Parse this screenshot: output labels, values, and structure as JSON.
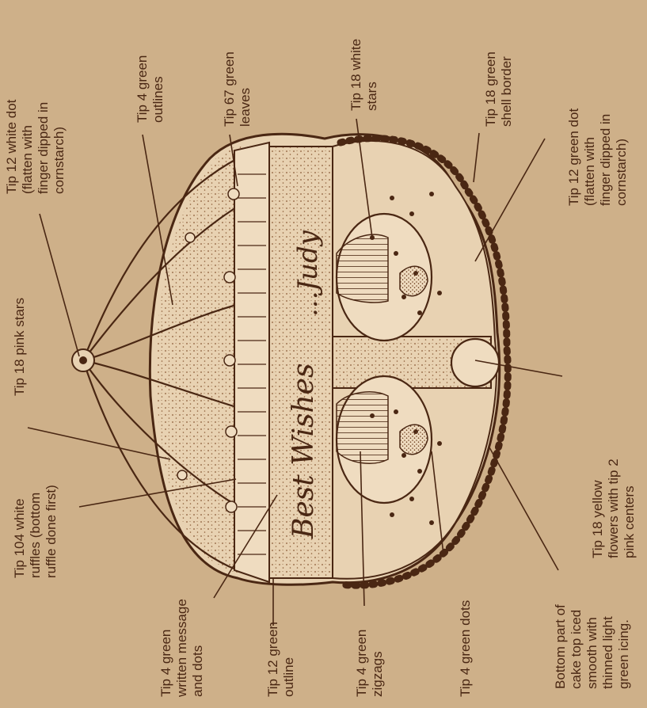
{
  "colors": {
    "paper": "#ceb089",
    "ink": "#4a2713",
    "cake": "#e8d2b2",
    "stipple": "#8a5a35"
  },
  "cake_text": {
    "message_1": "Best Wishes",
    "message_2": "...Judy"
  },
  "labels": {
    "tip12_white_dot": "Tip 12 white dot\n(flatten with\nfinger dipped in\ncornstarch)",
    "tip4_green_outlines": "Tip 4 green\noutlines",
    "tip67_green_leaves": "Tip 67 green\nleaves",
    "tip18_white_stars": "Tip 18 white\nstars",
    "tip18_green_shell": "Tip 18 green\nshell border",
    "tip12_green_dot": "Tip 12 green dot\n(flatten with\nfinger dipped in\ncornstarch)",
    "tip18_pink_stars": "Tip 18 pink stars",
    "tip104_white_ruffles": "Tip 104 white\nruffles (bottom\nruffle done first)",
    "tip4_green_message": "Tip 4 green\nwritten message\nand dots",
    "tip12_green_outline": "Tip 12 green\noutline",
    "tip4_green_zigzags": "Tip 4 green\nzigzags",
    "tip4_green_dots": "Tip 4 green dots",
    "bottom_part": "Bottom part of\ncake top iced\nsmooth with\nthinned light\ngreen icing.",
    "tip18_yellow_flowers": "Tip 18 yellow\nflowers with tip 2\npink centers"
  }
}
